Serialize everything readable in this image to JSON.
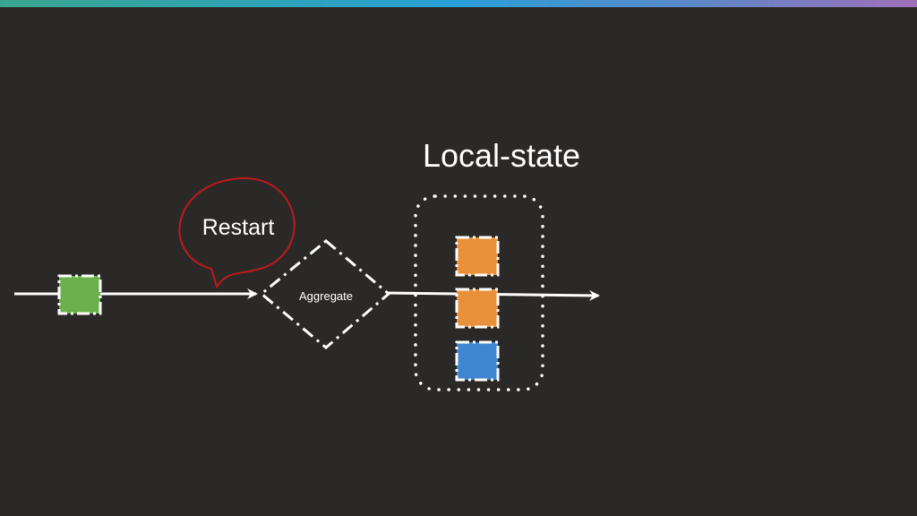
{
  "title": "Local-state",
  "callout": {
    "text": "Restart",
    "stroke_color": "#c0191b"
  },
  "operator": {
    "label": "Aggregate"
  },
  "colors": {
    "background": "#2b2927",
    "input_record": "#6ab04c",
    "state_record_orange": "#e8913a",
    "state_record_blue": "#3f86d0",
    "line": "#ffffff"
  }
}
